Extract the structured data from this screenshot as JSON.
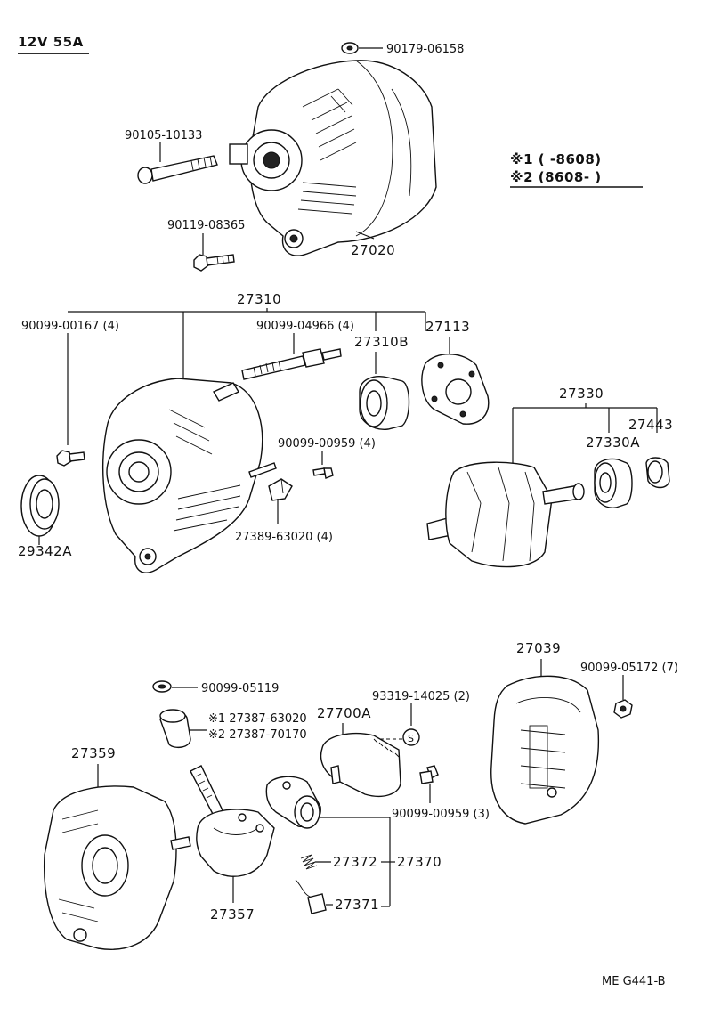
{
  "header": {
    "spec": "12V   55A"
  },
  "footer": {
    "code": "ME  G441-B"
  },
  "legend": {
    "row1": "※1 (         -8608)",
    "row2": "※2 (8608-          )"
  },
  "parts": {
    "p90179": "90179-06158",
    "p90105": "90105-10133",
    "p90119": "90119-08365",
    "p27020": "27020",
    "p27310": "27310",
    "p90099_00167": "90099-00167 (4)",
    "p90099_04966": "90099-04966 (4)",
    "p27310B": "27310B",
    "p27113": "27113",
    "p90099_00959_4": "90099-00959 (4)",
    "p29342A": "29342A",
    "p27389": "27389-63020 (4)",
    "p27330": "27330",
    "p27330A": "27330A",
    "p27443": "27443",
    "p27039": "27039",
    "p90099_05172": "90099-05172 (7)",
    "p90099_05119": "90099-05119",
    "p27387_1": "※1 27387-63020",
    "p27387_2": "※2 27387-70170",
    "p93319": "93319-14025 (2)",
    "p27700A": "27700A",
    "p90099_00959_3": "90099-00959 (3)",
    "p27359": "27359",
    "p27357": "27357",
    "p27372": "27372",
    "p27370": "27370",
    "p27371": "27371",
    "s_mark": "S"
  }
}
